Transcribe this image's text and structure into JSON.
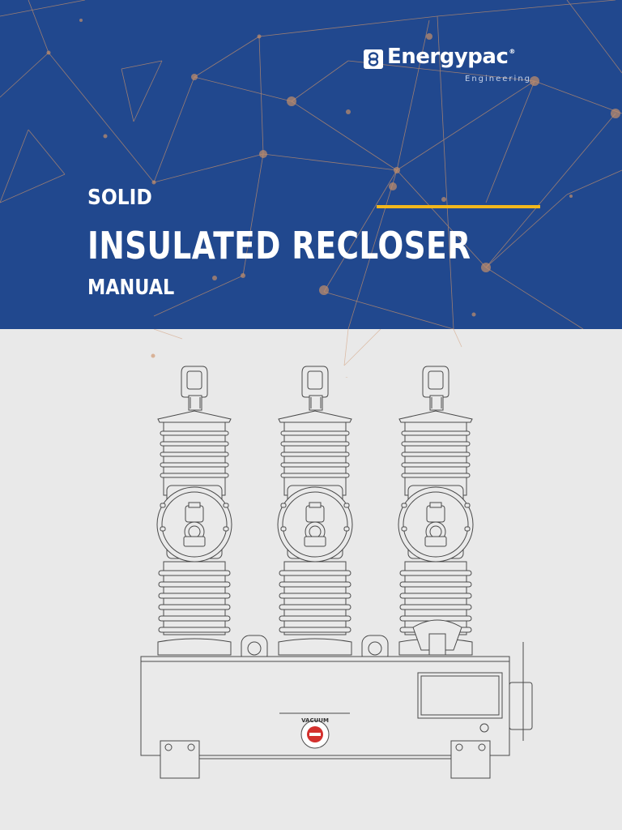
{
  "brand": {
    "name": "Energypac",
    "registered": "®",
    "tagline": "Engineering"
  },
  "title": {
    "line1": "SOLID",
    "line2": "INSULATED RECLOSER",
    "line3": "MANUAL"
  },
  "illustration": {
    "badge_text": "VACUUM",
    "subject": "three-phase solid insulated recloser drawing"
  },
  "colors": {
    "header_bg": "#21488e",
    "accent": "#f2b71c",
    "page_bg": "#e9e9e9",
    "network_lines": "#c8926a",
    "badge": "#d3302d"
  }
}
